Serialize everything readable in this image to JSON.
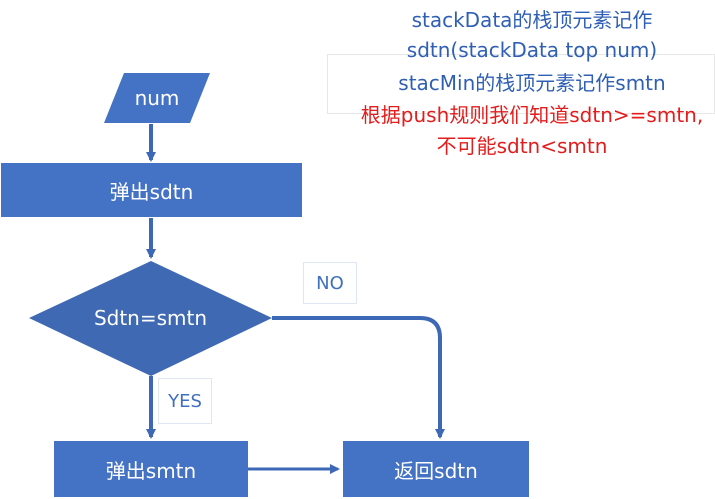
{
  "colors": {
    "shape_fill": "#4472c4",
    "arrow": "#3d68b5",
    "note_blue": "#2f5fb4",
    "note_red": "#e31c1c",
    "label_text": "#3f6fbf"
  },
  "flowchart": {
    "nodes": {
      "input_num": "num",
      "pop_sdtn": "弹出sdtn",
      "decision": "Sdtn=smtn",
      "pop_smtn": "弹出smtn",
      "return_sdtn": "返回sdtn"
    },
    "edge_labels": {
      "no": "NO",
      "yes": "YES"
    }
  },
  "notes": {
    "line1": "stackData的栈顶元素记作",
    "line2": "sdtn(stackData top num)",
    "line3": "stacMin的栈顶元素记作smtn",
    "line4": "根据push规则我们知道sdtn>=smtn,",
    "line5": "不可能sdtn<smtn"
  }
}
